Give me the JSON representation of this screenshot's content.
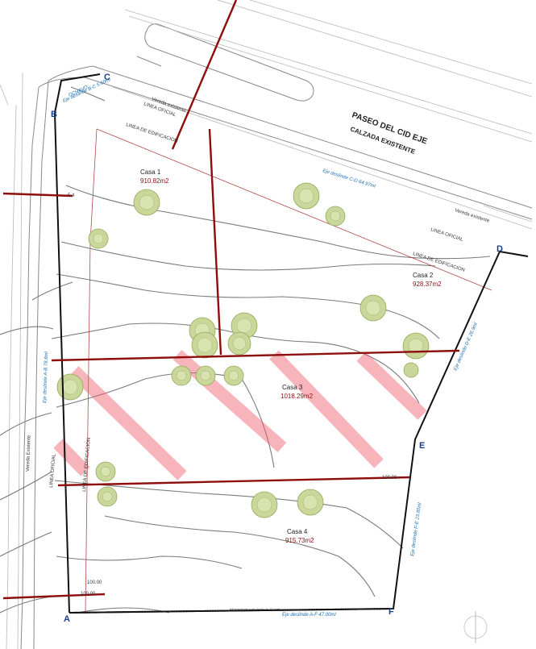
{
  "street": {
    "name": "PASEO DEL CID EJE",
    "sub": "CALZADA EXISTENTE"
  },
  "vertices": {
    "a": "A",
    "b": "B",
    "c": "C",
    "d": "D",
    "e": "E",
    "f": "F"
  },
  "axes": {
    "ab": "Eje deslinde A-B 78.8ml",
    "bc": "Eje deslinde B-C 5.60ml",
    "cd": "Eje deslinde C-D 64.97ml",
    "de": "Eje deslinde D-E 26.9ml",
    "ef": "Eje deslinde F-E 23.85ml",
    "af": "Eje deslinde A-F 47.00ml"
  },
  "labels": {
    "linea_edificacion_top": "LINEA DE EDIFICACION",
    "linea_edificacion_mid": "LINEA DE EDIFICACION",
    "linea_edificacion_left": "LINEA DE EDIFICACION",
    "linea_oficial_top": "LINEA OFICIAL",
    "linea_oficial_left": "LINEA OFICIAL",
    "vereda_top": "Vereda existente",
    "vereda_right": "Vereda existente",
    "vereda_left": "Vereda Existente",
    "ochavo": "OCHAVO"
  },
  "houses": [
    {
      "name": "Casa 1",
      "area": "910.82m2"
    },
    {
      "name": "Casa 2",
      "area": "928.37m2"
    },
    {
      "name": "Casa 3",
      "area": "1018.29m2"
    },
    {
      "name": "Casa 4",
      "area": "915.73m2"
    }
  ],
  "dims": {
    "d1": "5.4",
    "d2": "100.00",
    "d3": "100.00",
    "d4": "100.00",
    "bottom": "Alineamiento total deslinde 12.2 ml"
  }
}
